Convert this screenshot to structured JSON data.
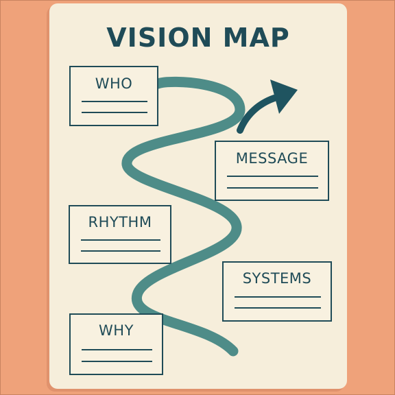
{
  "diagram": {
    "title": "VISION MAP",
    "cards": [
      {
        "id": "who",
        "label": "WHO"
      },
      {
        "id": "message",
        "label": "MESSAGE"
      },
      {
        "id": "rhythm",
        "label": "RHYTHM"
      },
      {
        "id": "systems",
        "label": "SYSTEMS"
      },
      {
        "id": "why",
        "label": "WHY"
      }
    ]
  },
  "colors": {
    "background": "#EFA27A",
    "board": "#F6EEDB",
    "ink": "#1F4B57",
    "path": "#4E8C88"
  }
}
